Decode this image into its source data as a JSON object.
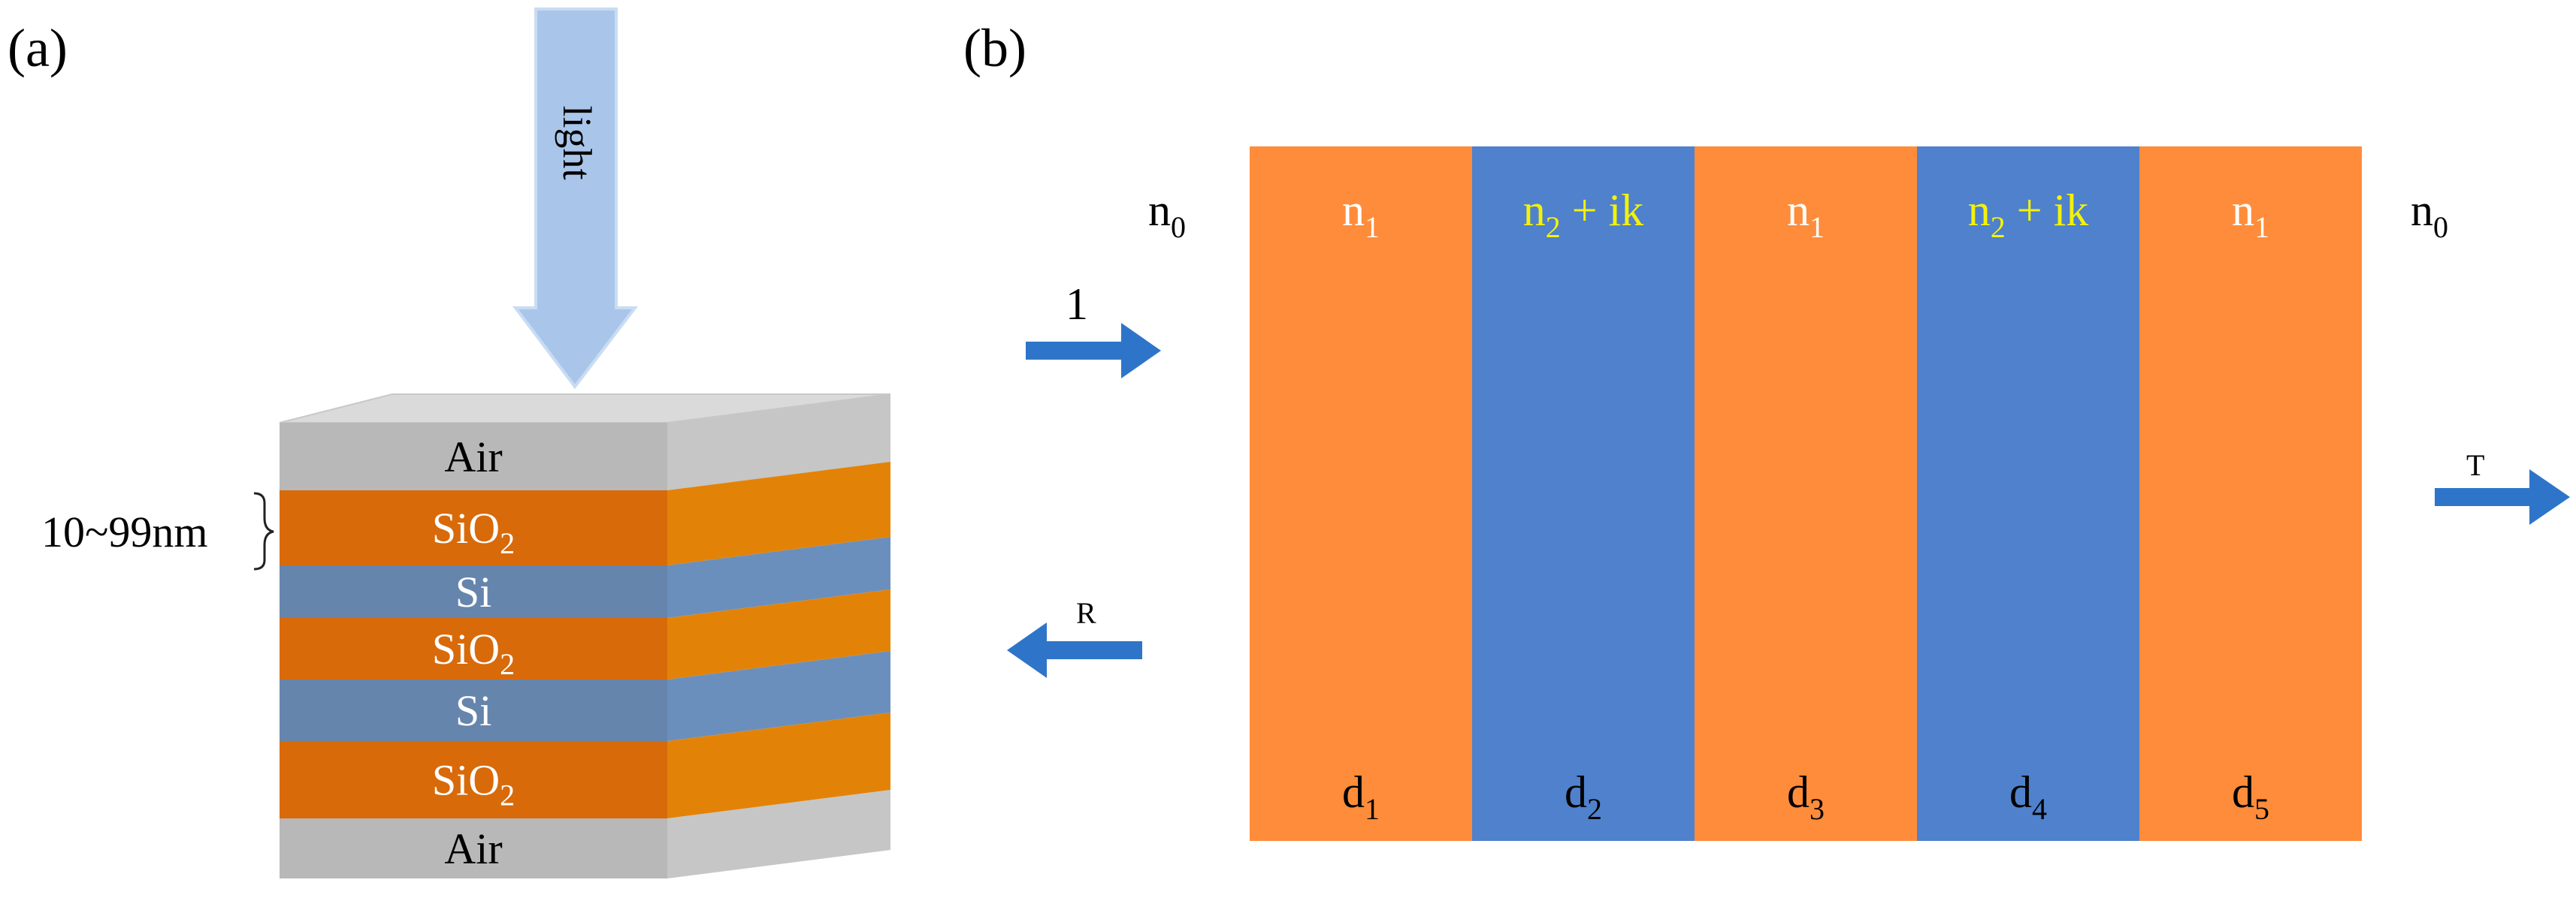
{
  "panel_a": {
    "label": "(a)",
    "light_label": "light",
    "thickness_label": "10~99nm",
    "layers": [
      {
        "text": "Air",
        "sub": "",
        "kind": "air"
      },
      {
        "text": "SiO",
        "sub": "2",
        "kind": "sio2"
      },
      {
        "text": "Si",
        "sub": "",
        "kind": "si"
      },
      {
        "text": "SiO",
        "sub": "2",
        "kind": "sio2"
      },
      {
        "text": "Si",
        "sub": "",
        "kind": "si"
      },
      {
        "text": "SiO",
        "sub": "2",
        "kind": "sio2"
      },
      {
        "text": "Air",
        "sub": "",
        "kind": "air"
      }
    ]
  },
  "panel_b": {
    "label": "(b)",
    "outer_left": {
      "base": "n",
      "sub": "0"
    },
    "outer_right": {
      "base": "n",
      "sub": "0"
    },
    "columns": [
      {
        "n_base": "n",
        "n_sub": "1",
        "n_tail": "",
        "d_base": "d",
        "d_sub": "1",
        "kind": "orange"
      },
      {
        "n_base": "n",
        "n_sub": "2",
        "n_tail": " + ik",
        "d_base": "d",
        "d_sub": "2",
        "kind": "blue"
      },
      {
        "n_base": "n",
        "n_sub": "1",
        "n_tail": "",
        "d_base": "d",
        "d_sub": "3",
        "kind": "orange"
      },
      {
        "n_base": "n",
        "n_sub": "2",
        "n_tail": " + ik",
        "d_base": "d",
        "d_sub": "4",
        "kind": "blue"
      },
      {
        "n_base": "n",
        "n_sub": "1",
        "n_tail": "",
        "d_base": "d",
        "d_sub": "5",
        "kind": "orange"
      }
    ],
    "incident_label": "1",
    "reflected_label": "R",
    "transmitted_label": "T"
  },
  "colors": {
    "orange": "#ff8c3a",
    "blue": "#4f81cc",
    "sio2_front": "#d86a0a",
    "sio2_side": "#e28308",
    "si_front": "#6585ad",
    "si_side": "#6b8fbc",
    "air_front": "#b8b8b8",
    "air_side": "#c6c6c6",
    "air_top": "#dadada",
    "light_arrow": "#a9c6ea",
    "arrow_blue": "#2e75c9"
  }
}
